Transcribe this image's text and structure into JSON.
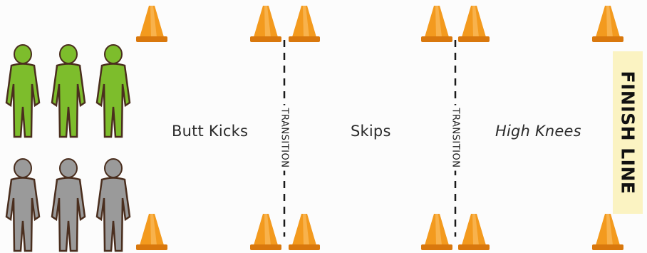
{
  "diagram": {
    "zones": [
      {
        "label": "Butt Kicks"
      },
      {
        "label": "Skips"
      },
      {
        "label": "High Knees"
      }
    ],
    "transitions": [
      {
        "label": "TRANSITION"
      },
      {
        "label": "TRANSITION"
      }
    ],
    "finish_line": "FINISH LINE",
    "teams": [
      {
        "color": "#7dbd2c",
        "members": 3
      },
      {
        "color": "#9a9a9a",
        "members": 3
      }
    ],
    "cone_color": "#f39a1e",
    "outline_color": "#4a2e1e"
  }
}
